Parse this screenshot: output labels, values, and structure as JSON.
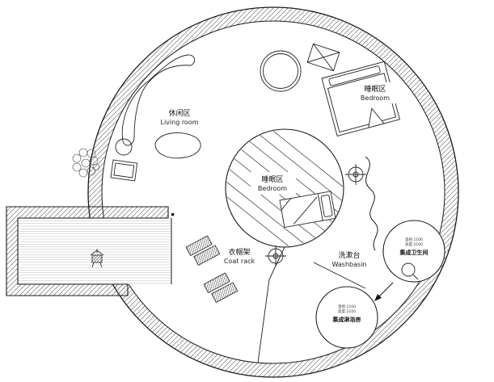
{
  "drawing": {
    "type": "residential-floor-plan",
    "background": "#ffffff",
    "line_color": "#1a1a1a",
    "hatch_color": "#555555",
    "areas": {
      "living_room": {
        "zh": "休闲区",
        "en": "Living room"
      },
      "bedroom_upper": {
        "zh": "睡眠区",
        "en": "Bedroom"
      },
      "bedroom_center": {
        "zh": "睡眠区",
        "en": "Bedroom"
      },
      "coat_rack": {
        "zh": "衣帽架",
        "en": "Coat rack"
      },
      "washbasin": {
        "zh": "洗漱台",
        "en": "Washbasin"
      },
      "bathroom_pod": {
        "dim_line1": "直径:1100",
        "dim_line2": "高度:2100",
        "label": "集成卫生间"
      },
      "shower_pod": {
        "dim_line1": "直径:1100",
        "dim_line2": "高度:2100",
        "label": "集成淋浴房"
      }
    },
    "icons": {
      "fixture": "crosshair-circle",
      "magnifier": "magnifying-glass",
      "arrow": "down-left-arrow",
      "plant": "potted-plant",
      "stove": "small-stove"
    }
  }
}
